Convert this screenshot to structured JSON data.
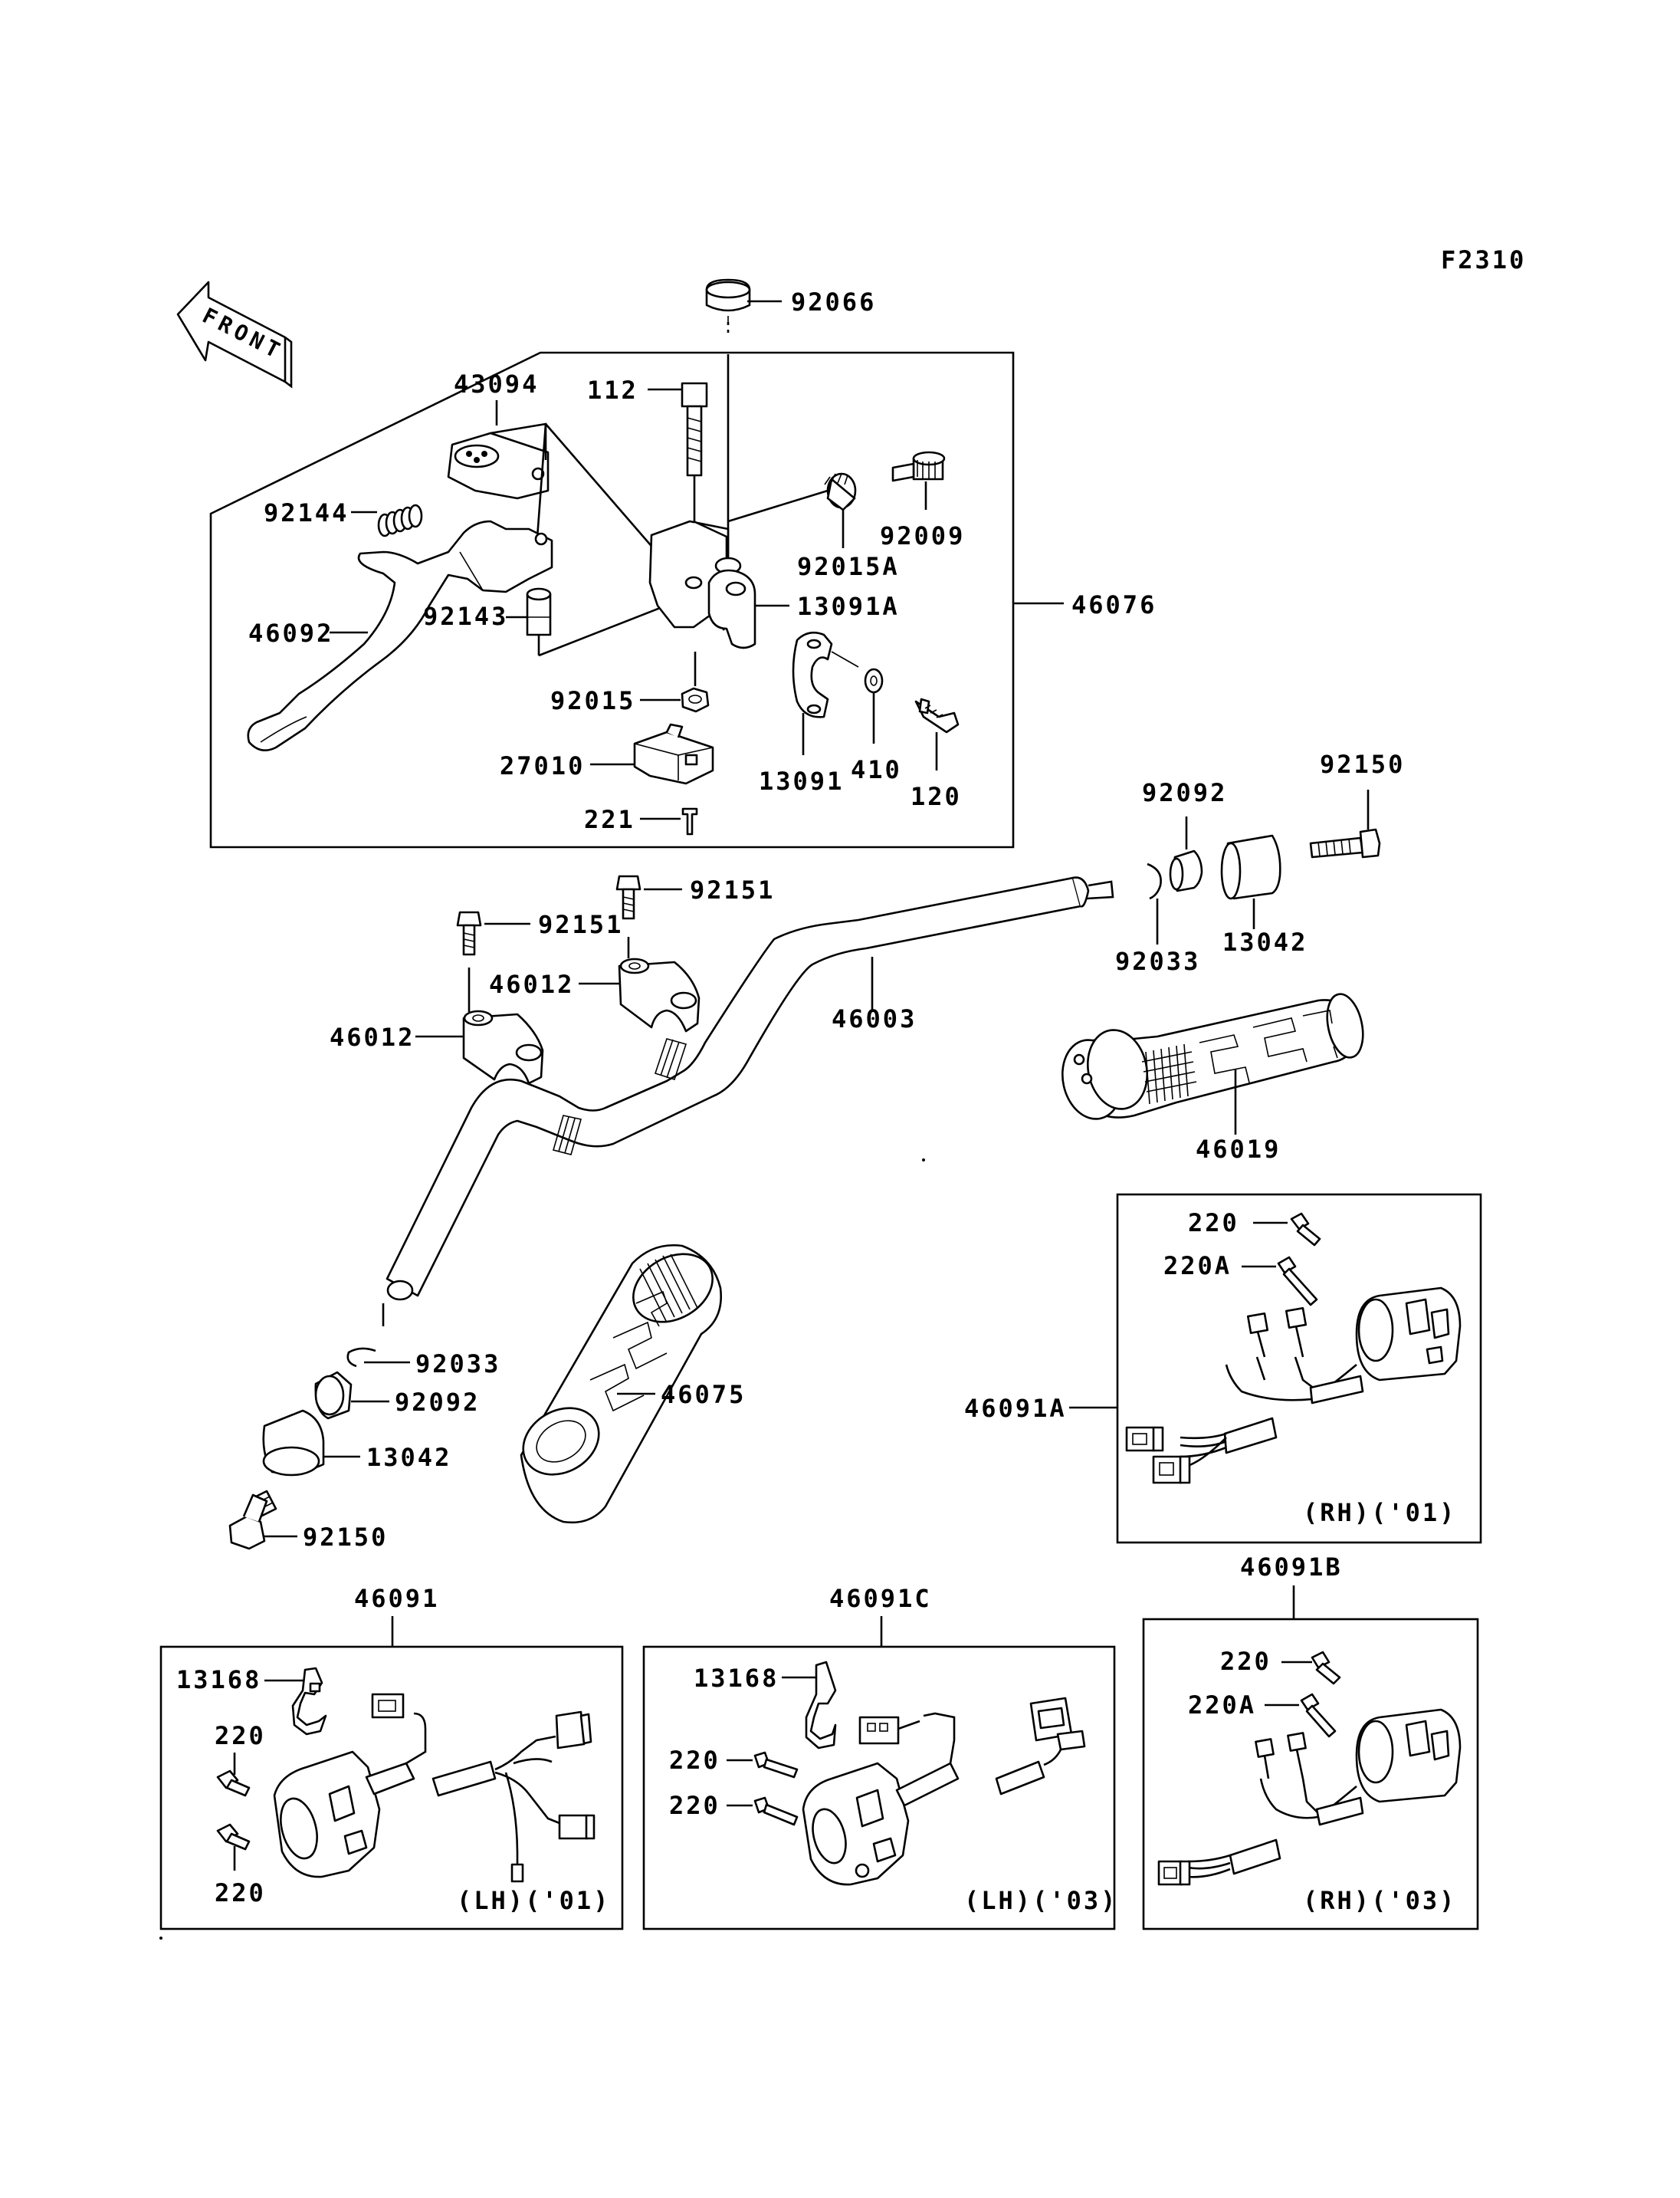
{
  "diagram_id": "F2310",
  "front_label": "FRONT",
  "callouts": {
    "c92066": "92066",
    "c112": "112",
    "c43094": "43094",
    "c92144": "92144",
    "c92015A": "92015A",
    "c92009": "92009",
    "c46076": "46076",
    "c13091A": "13091A",
    "c46092": "46092",
    "c92143": "92143",
    "c92015": "92015",
    "c13091": "13091",
    "c410": "410",
    "c120": "120",
    "c27010": "27010",
    "c221": "221",
    "c92150_top": "92150",
    "c92092_top": "92092",
    "c92033_top": "92033",
    "c13042_top": "13042",
    "c92151_a": "92151",
    "c92151_b": "92151",
    "c46012_a": "46012",
    "c46012_b": "46012",
    "c46003": "46003",
    "c46019": "46019",
    "c92033_bot": "92033",
    "c92092_bot": "92092",
    "c13042_bot": "13042",
    "c92150_bot": "92150",
    "c46075": "46075",
    "c220_rh01": "220",
    "c220A_rh01": "220A",
    "c46091A": "46091A",
    "tag_rh01": "(RH)('01)",
    "c46091B": "46091B",
    "c220_rh03": "220",
    "c220A_rh03": "220A",
    "tag_rh03": "(RH)('03)",
    "c46091": "46091",
    "c13168_lh01": "13168",
    "c220_lh01_a": "220",
    "c220_lh01_b": "220",
    "tag_lh01": "(LH)('01)",
    "c46091C": "46091C",
    "c13168_lh03": "13168",
    "c220_lh03_a": "220",
    "c220_lh03_b": "220",
    "tag_lh03": "(LH)('03)"
  }
}
